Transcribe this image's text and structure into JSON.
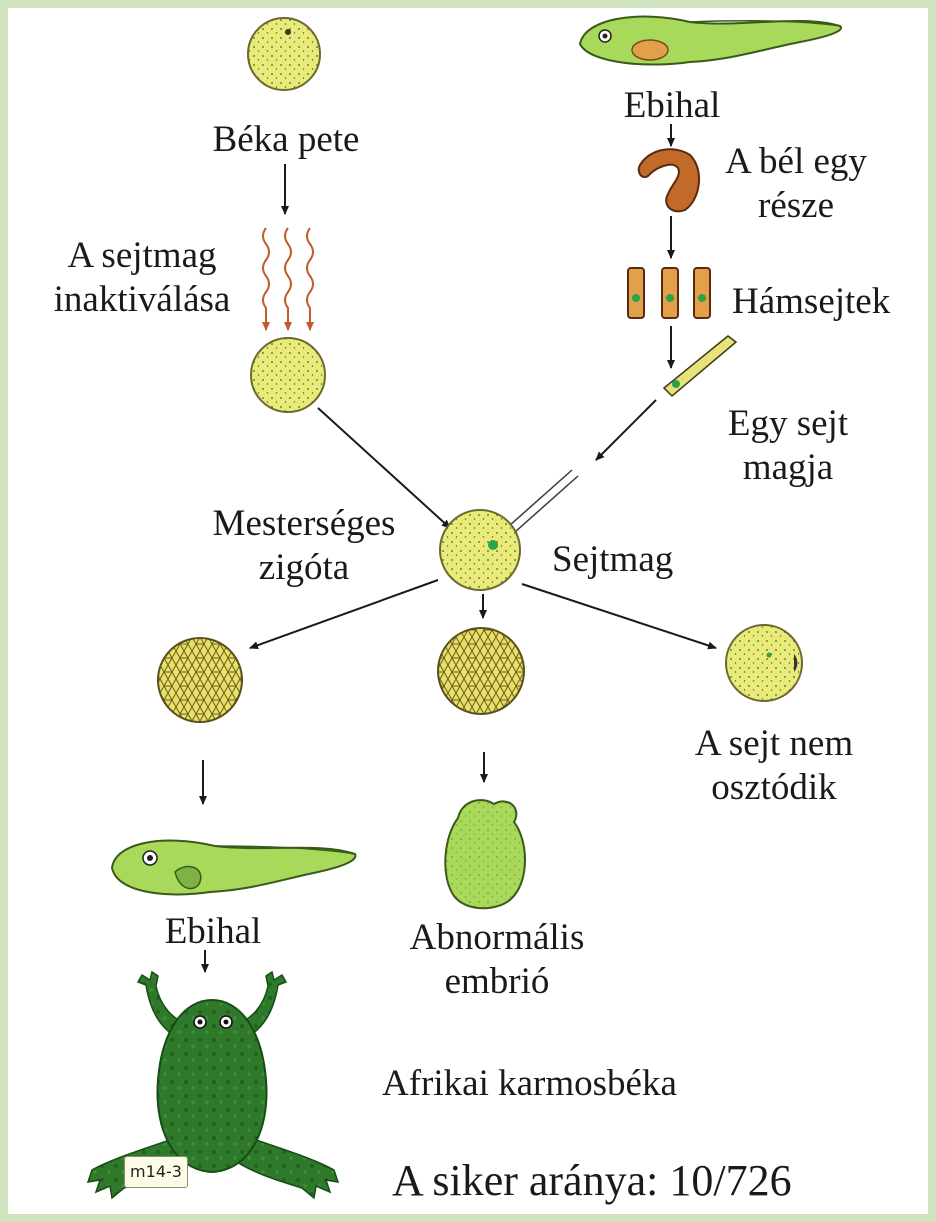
{
  "labels": {
    "bekapete": "Béka pete",
    "inakt1": "A sejtmag",
    "inakt2": "inaktiválása",
    "ebihal_top": "Ebihal",
    "bel1": "A bél egy",
    "bel2": "része",
    "hamsejtek": "Hámsejtek",
    "egysejt1": "Egy sejt",
    "egysejt2": "magja",
    "mesterseges1": "Mesterséges",
    "mesterseges2": "zigóta",
    "sejtmag": "Sejtmag",
    "nemoszt1": "A sejt nem",
    "nemoszt2": "osztódik",
    "ebihal_bottom": "Ebihal",
    "abnorm1": "Abnormális",
    "abnorm2": "embrió",
    "afrikai": "Afrikai karmosbéka",
    "siker": "A siker aránya: 10/726"
  },
  "badge": {
    "text": "m14-3"
  },
  "colors": {
    "frame": "#cfe3bf",
    "egg_fill": "#e8ea7a",
    "egg_stroke": "#6c6a30",
    "embryo_fill": "#e9e06a",
    "tadpole_green": "#a8d95a",
    "frog_green": "#2f7a2a",
    "nucleus_green": "#2ca24a",
    "rays": "#c25a2a",
    "gut": "#c26a2a",
    "arrow": "#1a1a1a"
  }
}
